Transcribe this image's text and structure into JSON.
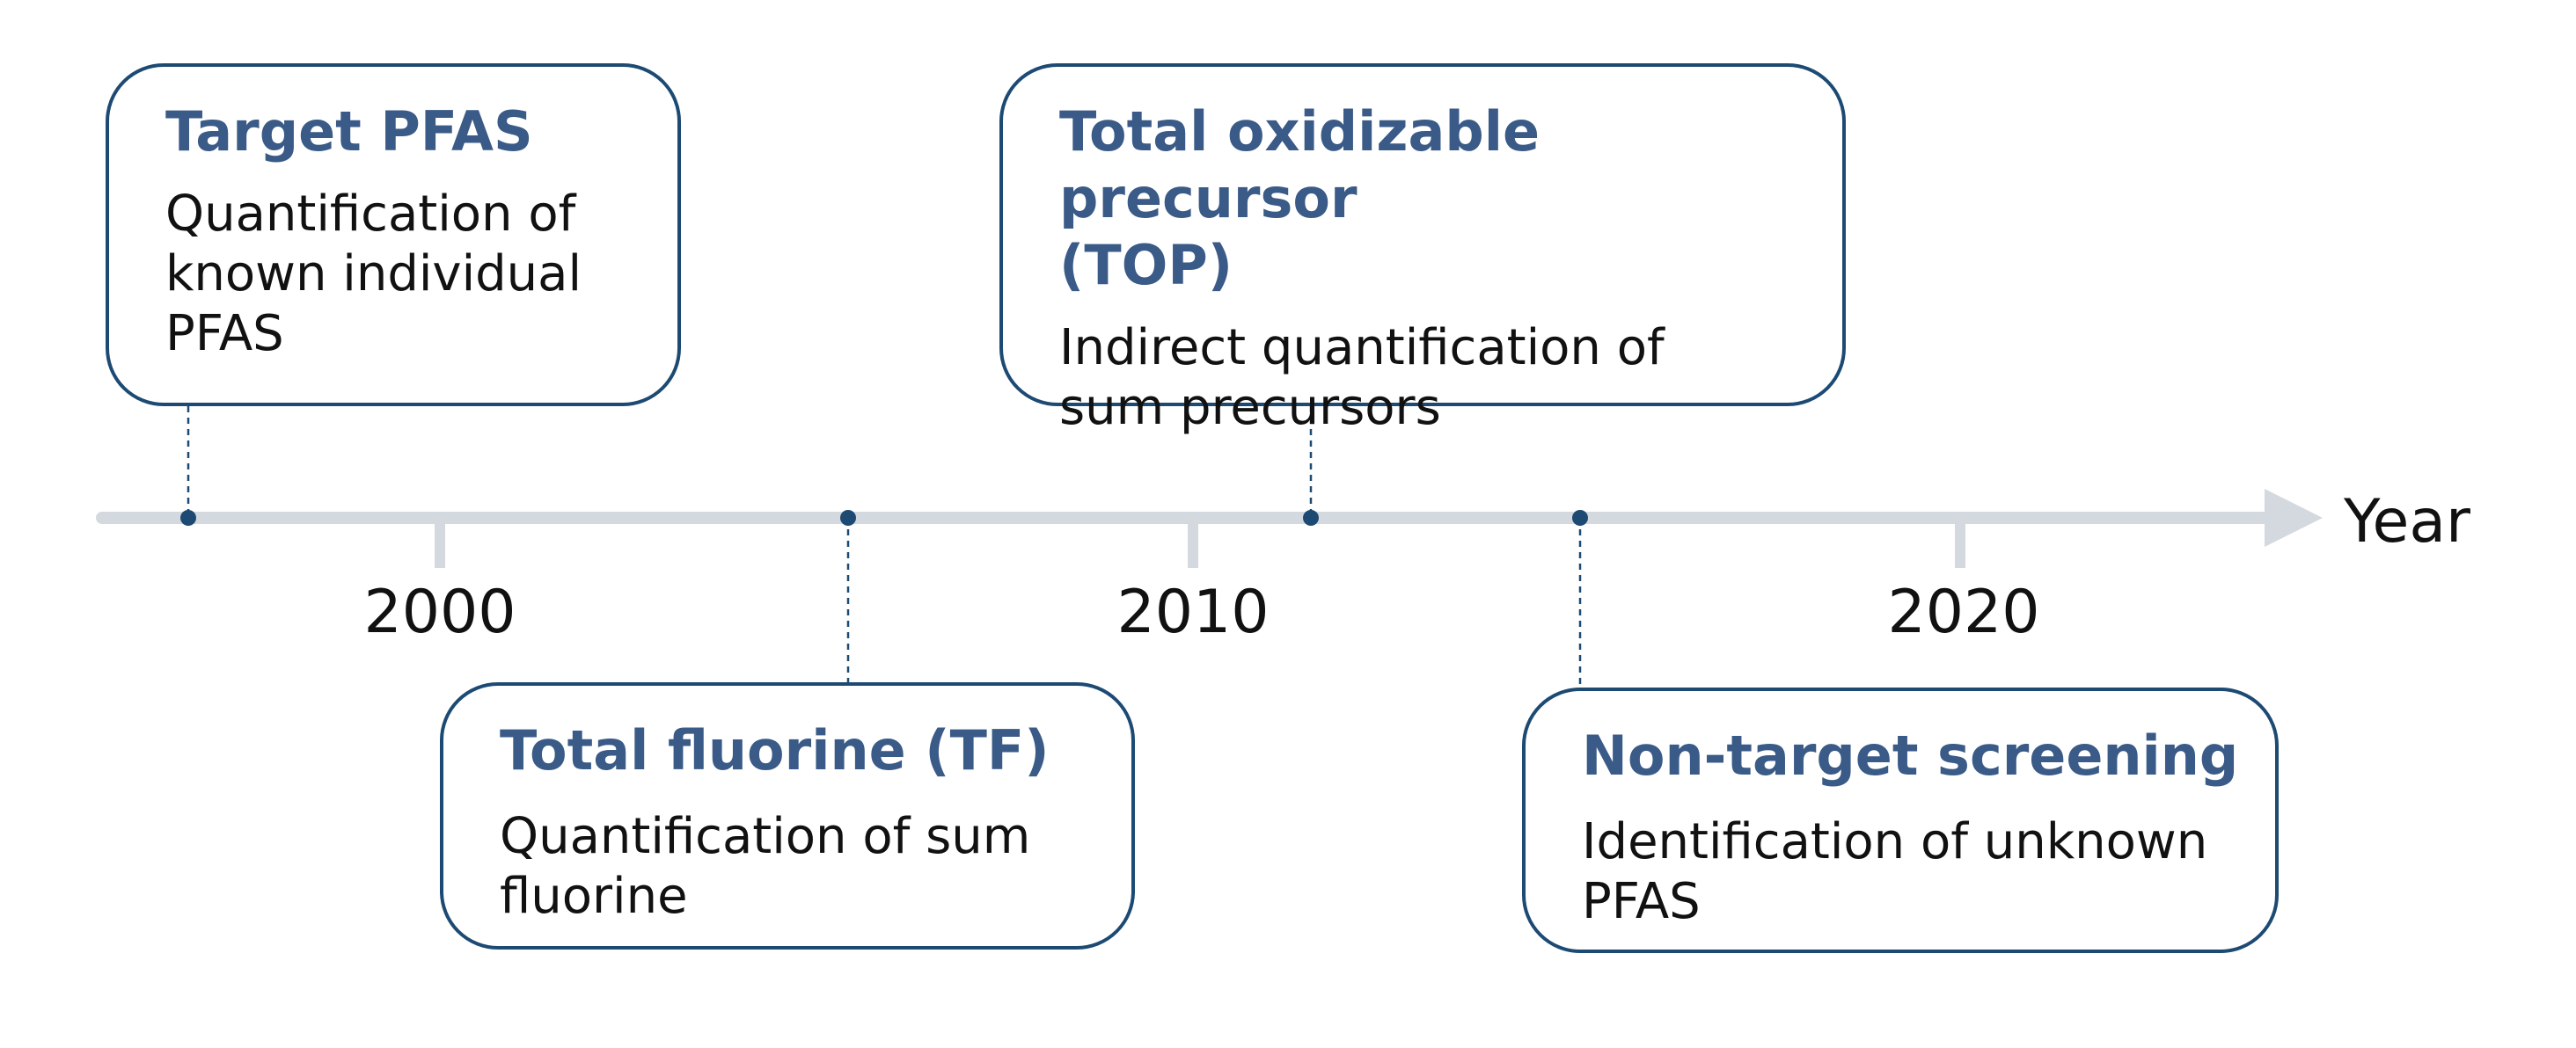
{
  "axis": {
    "label": "Year",
    "ticks": [
      "2000",
      "2010",
      "2020"
    ]
  },
  "events": [
    {
      "id": "target-pfas",
      "title": "Target PFAS",
      "description": "Quantification of\nknown individual\nPFAS"
    },
    {
      "id": "total-fluorine",
      "title": "Total fluorine (TF)",
      "description": "Quantification of sum\nfluorine"
    },
    {
      "id": "top",
      "title": "Total oxidizable precursor\n(TOP)",
      "description": "Indirect quantification of\nsum precursors"
    },
    {
      "id": "non-target-screening",
      "title": "Non-target screening",
      "description": "Identification of unknown\nPFAS"
    }
  ],
  "colors": {
    "card_border": "#1d4a73",
    "title_text": "#3a5a87",
    "axis_line": "#d4d9df",
    "marker": "#1d4a73"
  }
}
